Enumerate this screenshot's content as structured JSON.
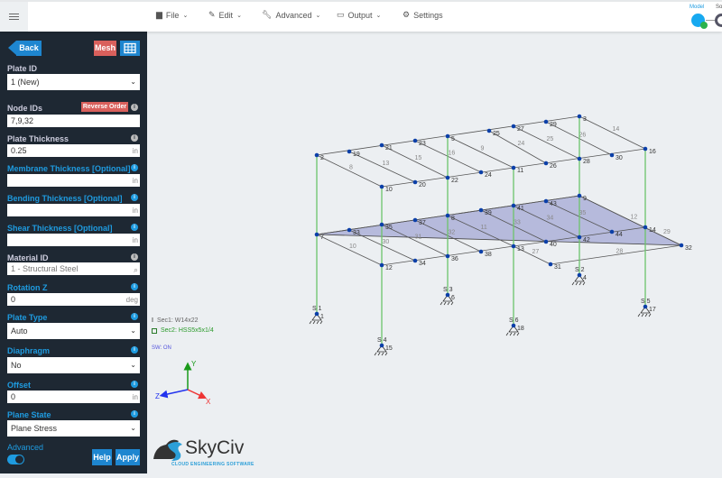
{
  "topbar": {
    "menu": [
      {
        "label": "File",
        "icon": "file-icon"
      },
      {
        "label": "Edit",
        "icon": "pencil-icon"
      },
      {
        "label": "Advanced",
        "icon": "wrench-icon"
      },
      {
        "label": "Output",
        "icon": "monitor-icon"
      },
      {
        "label": "Settings",
        "icon": "gear-icon"
      }
    ],
    "step_model": "Model",
    "step_solve": "So"
  },
  "sidebar": {
    "back": "Back",
    "mesh": "Mesh",
    "plate_id": {
      "label": "Plate ID",
      "value": "1 (New)"
    },
    "node_ids": {
      "label": "Node IDs",
      "value": "7,9,32",
      "reverse": "Reverse Order"
    },
    "plate_thickness": {
      "label": "Plate Thickness",
      "value": "0.25",
      "unit": "in"
    },
    "membrane": {
      "label": "Membrane Thickness [Optional]",
      "value": "",
      "unit": "in"
    },
    "bending": {
      "label": "Bending Thickness [Optional]",
      "value": "",
      "unit": "in"
    },
    "shear": {
      "label": "Shear Thickness [Optional]",
      "value": "",
      "unit": "in"
    },
    "material": {
      "label": "Material ID",
      "value": "1 - Structural Steel"
    },
    "rotation": {
      "label": "Rotation Z",
      "value": "0",
      "unit": "deg"
    },
    "plate_type": {
      "label": "Plate Type",
      "value": "Auto"
    },
    "diaphragm": {
      "label": "Diaphragm",
      "value": "No"
    },
    "offset": {
      "label": "Offset",
      "value": "0",
      "unit": "in"
    },
    "plane_state": {
      "label": "Plane State",
      "value": "Plane Stress"
    },
    "advanced": {
      "label": "Advanced",
      "on": true
    },
    "help": "Help",
    "apply": "Apply"
  },
  "viewport": {
    "legend": {
      "sec1": "Sec1: W14x22",
      "sec2": "Sec2: HSS5x5x1/4",
      "sw": "SW: ON"
    },
    "axes": {
      "x": "X",
      "y": "Y",
      "z": "Z"
    },
    "logo": {
      "name": "SkyCiv",
      "tagline": "CLOUD ENGINEERING SOFTWARE"
    },
    "colors": {
      "column": "#6cc46c",
      "beam": "#555555",
      "node": "#0b3fa8",
      "plate": "#a9acd6",
      "accent": "#1e9be0"
    },
    "nodes": [
      "1",
      "2",
      "3",
      "4",
      "5",
      "6",
      "7",
      "8",
      "9",
      "10",
      "11",
      "12",
      "13",
      "14",
      "15",
      "16",
      "17",
      "18",
      "19",
      "20",
      "21",
      "22",
      "23",
      "24",
      "25",
      "26",
      "27",
      "28",
      "29",
      "30",
      "31",
      "32",
      "33",
      "34",
      "35",
      "36",
      "37",
      "38",
      "39",
      "40",
      "41",
      "42",
      "43",
      "44"
    ],
    "supports": [
      "S 1",
      "S 2",
      "S 3",
      "S 4",
      "S 5",
      "S 6"
    ],
    "member_labels": [
      "8",
      "13",
      "15",
      "16",
      "9",
      "24",
      "25",
      "26",
      "14",
      "10",
      "30",
      "31",
      "32",
      "11",
      "33",
      "34",
      "35",
      "12",
      "29",
      "27",
      "28"
    ]
  }
}
